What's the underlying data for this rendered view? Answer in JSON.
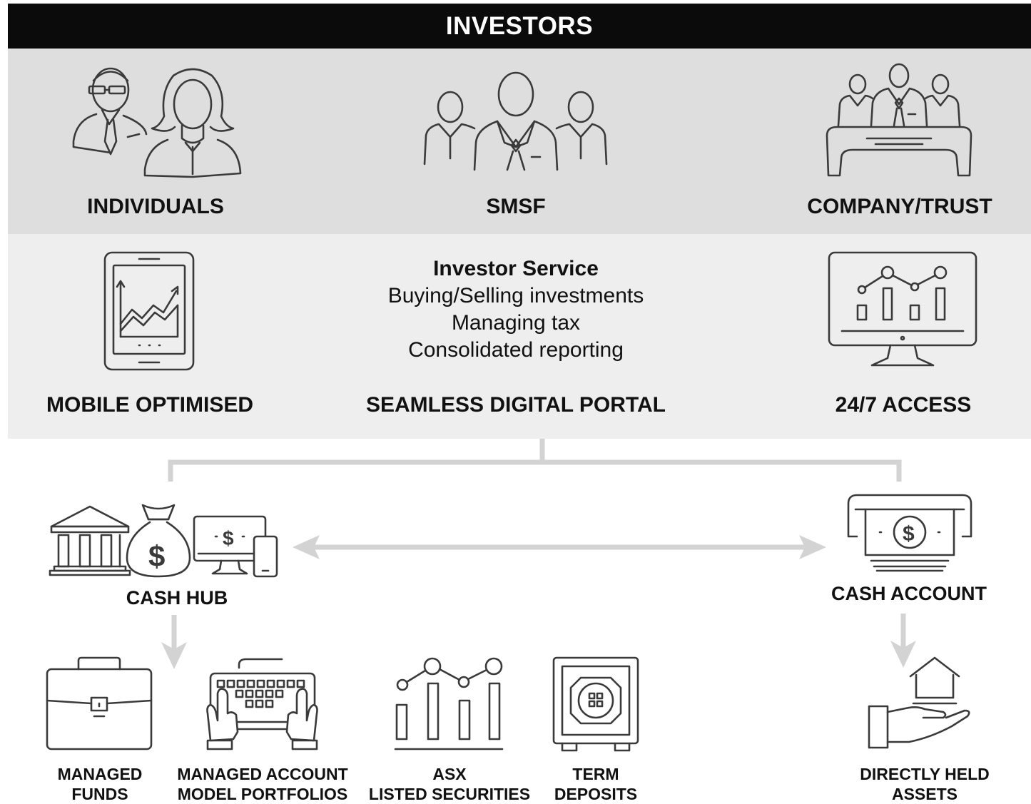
{
  "header": {
    "title": "INVESTORS"
  },
  "investor_types": [
    {
      "label": "INDIVIDUALS",
      "icon": "individuals-icon"
    },
    {
      "label": "SMSF",
      "icon": "smsf-group-icon"
    },
    {
      "label": "COMPANY/TRUST",
      "icon": "company-trust-icon"
    }
  ],
  "portal": {
    "left": {
      "label": "MOBILE OPTIMISED",
      "icon": "tablet-chart-icon"
    },
    "center": {
      "title": "Investor Service",
      "lines": [
        "Buying/Selling investments",
        "Managing tax",
        "Consolidated reporting"
      ],
      "label": "SEAMLESS DIGITAL PORTAL"
    },
    "right": {
      "label": "24/7 ACCESS",
      "icon": "monitor-chart-icon"
    }
  },
  "accounts": {
    "cash_hub": {
      "label": "CASH HUB",
      "icons": [
        "bank-icon",
        "money-bag-icon",
        "devices-icon"
      ]
    },
    "cash_account": {
      "label": "CASH ACCOUNT",
      "icon": "atm-cash-icon"
    }
  },
  "assets": [
    {
      "line1": "MANAGED",
      "line2": "FUNDS",
      "icon": "briefcase-icon"
    },
    {
      "line1": "MANAGED ACCOUNT",
      "line2": "MODEL PORTFOLIOS",
      "icon": "keyboard-hands-icon"
    },
    {
      "line1": "ASX",
      "line2": "LISTED SECURITIES",
      "icon": "bar-line-chart-icon"
    },
    {
      "line1": "TERM",
      "line2": "DEPOSITS",
      "icon": "safe-icon"
    },
    {
      "line1": "DIRECTLY HELD",
      "line2": "ASSETS",
      "icon": "house-hand-icon"
    }
  ],
  "colors": {
    "header_bg": "#0b0b0b",
    "investor_band": "#dedede",
    "portal_band": "#eeeeee",
    "connector": "#d3d3d3",
    "icon_stroke": "#3a3a3a"
  }
}
